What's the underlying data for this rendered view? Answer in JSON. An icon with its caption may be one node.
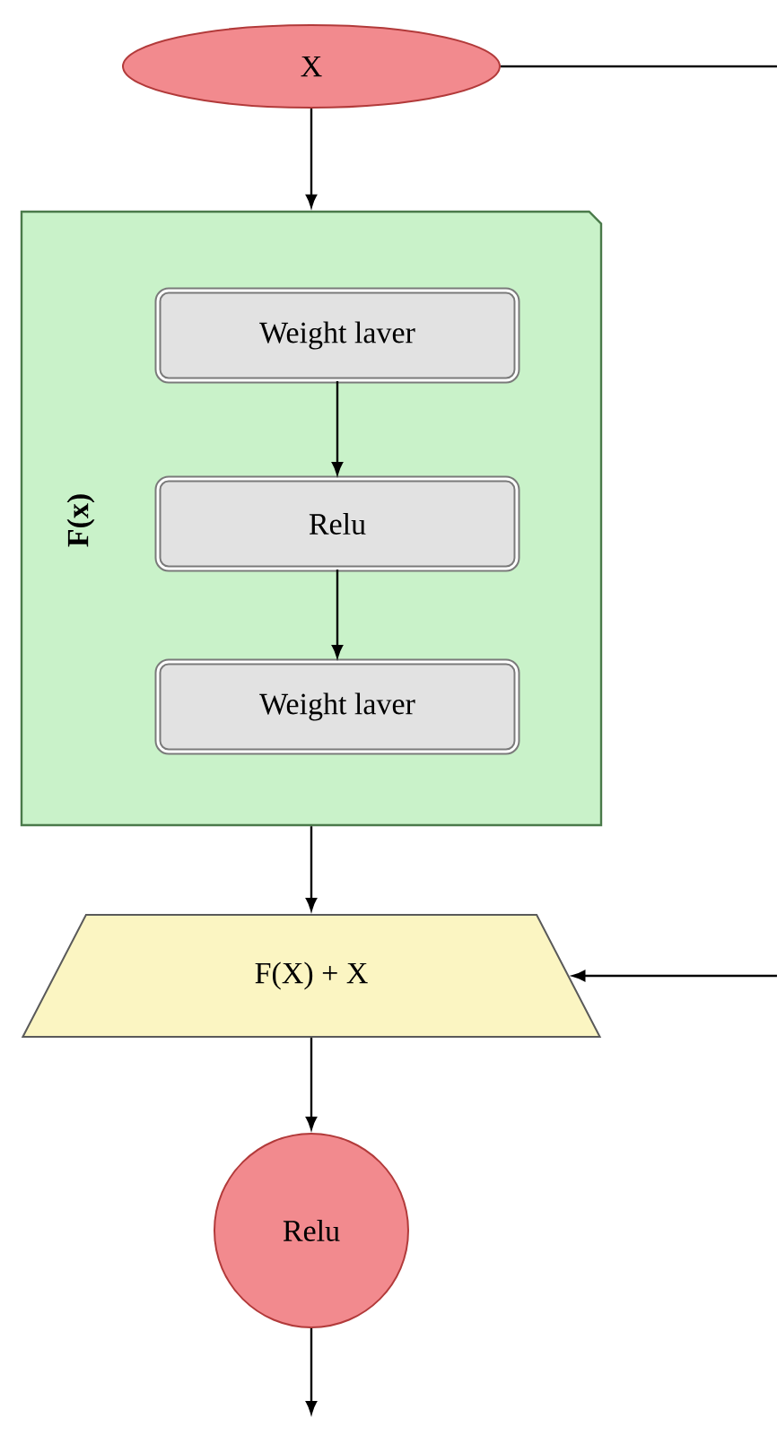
{
  "diagram": {
    "nodes": [
      {
        "text": [
          "X"
        ]
      },
      {
        "text": [
          "F(x)"
        ]
      },
      {
        "text": [
          "Weight laver"
        ],
        "in": 1
      },
      {
        "text": [
          "Relu"
        ],
        "in": 1
      },
      {
        "text": [
          "Weight laver"
        ],
        "in": 1
      },
      {
        "text": [
          "F(X) + X"
        ]
      },
      {
        "text": [
          "Relu"
        ]
      }
    ],
    "edges": [
      {
        "from": 0,
        "to": 1,
        "arrow": "to"
      },
      {
        "from": 2,
        "to": 3,
        "arrow": "to"
      },
      {
        "from": 3,
        "to": 4,
        "arrow": "to"
      },
      {
        "from": 1,
        "to": 5,
        "arrow": "to"
      },
      {
        "from": 5,
        "to": 6,
        "arrow": "to"
      },
      {
        "from": 6,
        "to": null,
        "arrow": "to"
      },
      {
        "from": 0,
        "to": null,
        "arrow": "none"
      },
      {
        "from": null,
        "to": 5,
        "arrow": "to"
      }
    ]
  }
}
